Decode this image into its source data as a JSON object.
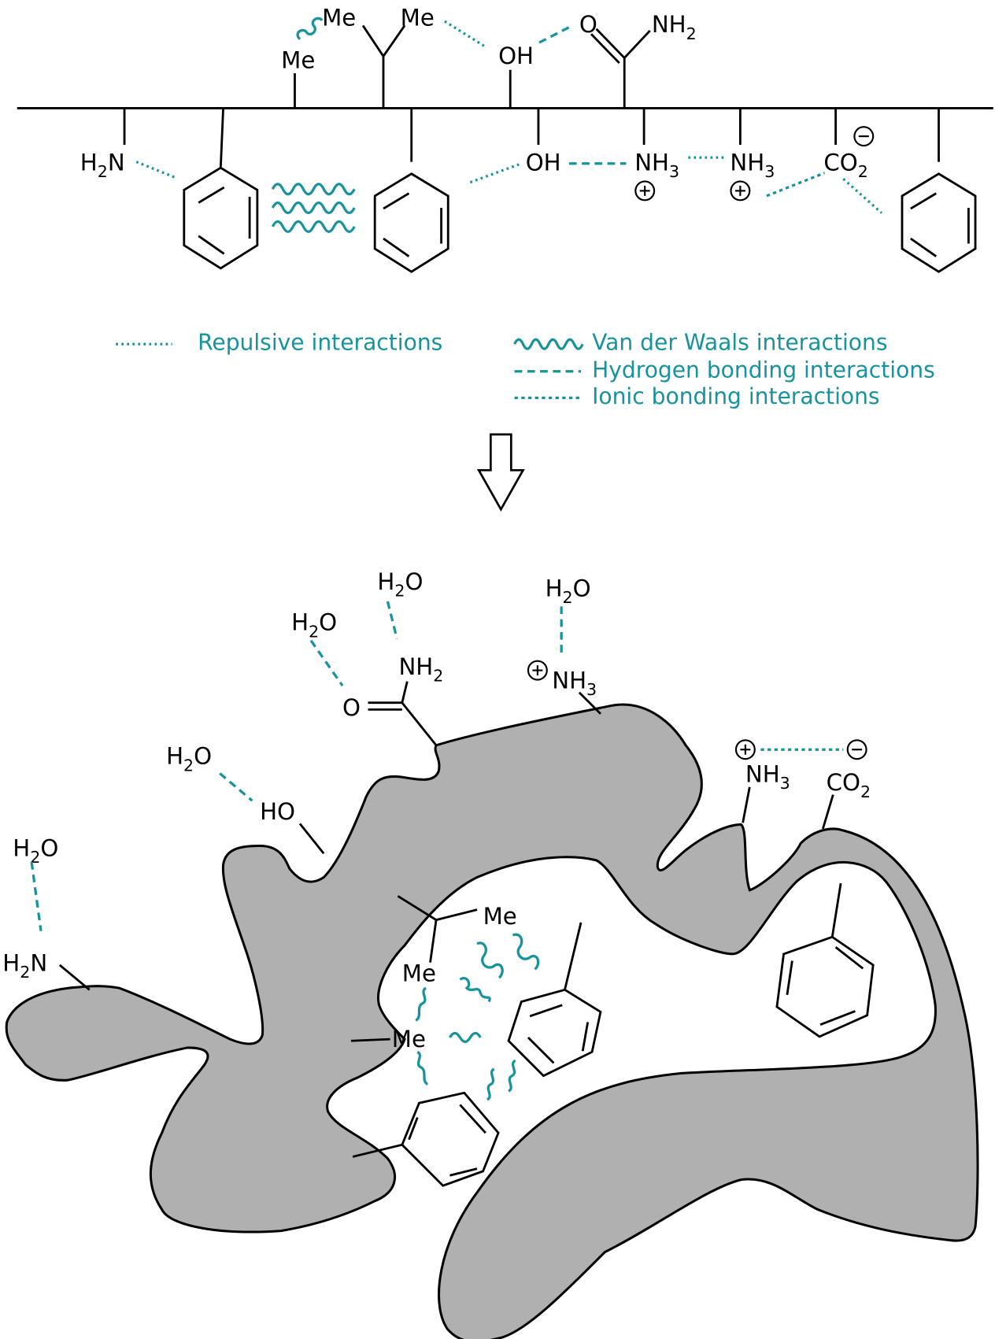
{
  "colors": {
    "interaction": "#17939c",
    "protein_fill": "#b0b0b0",
    "ink": "#000000"
  },
  "top_chain": {
    "description": "Linear peptide chain with side groups",
    "above": {
      "me1": "Me",
      "me2": "Me",
      "me3": "Me",
      "oh": "OH",
      "carbonyl_o": "O",
      "amide_n": "NH",
      "amide_sub": "2"
    },
    "below": {
      "amine_h": "H",
      "amine_sub": "2",
      "amine_n": "N",
      "oh": "OH",
      "nh3a": "NH",
      "nh3a_sub": "3",
      "nh3b": "NH",
      "nh3b_sub": "3",
      "co2": "CO",
      "co2_sub": "2",
      "plus": "+",
      "minus": "−"
    }
  },
  "legend": {
    "items": [
      {
        "key": "repulsive",
        "label": "Repulsive interactions"
      },
      {
        "key": "vdw",
        "label": "Van der Waals interactions"
      },
      {
        "key": "hbond",
        "label": "Hydrogen bonding interactions"
      },
      {
        "key": "ionic",
        "label": "Ionic bonding interactions"
      }
    ]
  },
  "arrow": {
    "direction": "down"
  },
  "folded": {
    "water": "H",
    "water_sub": "2",
    "water_o": "O",
    "amine": "N",
    "amine_h": "H",
    "amine_sub": "2",
    "ho": "HO",
    "amide_o": "O",
    "amide_n": "NH",
    "amide_sub": "2",
    "nh3": "NH",
    "nh3_sub": "3",
    "co2": "CO",
    "co2_sub": "2",
    "me": "Me"
  }
}
